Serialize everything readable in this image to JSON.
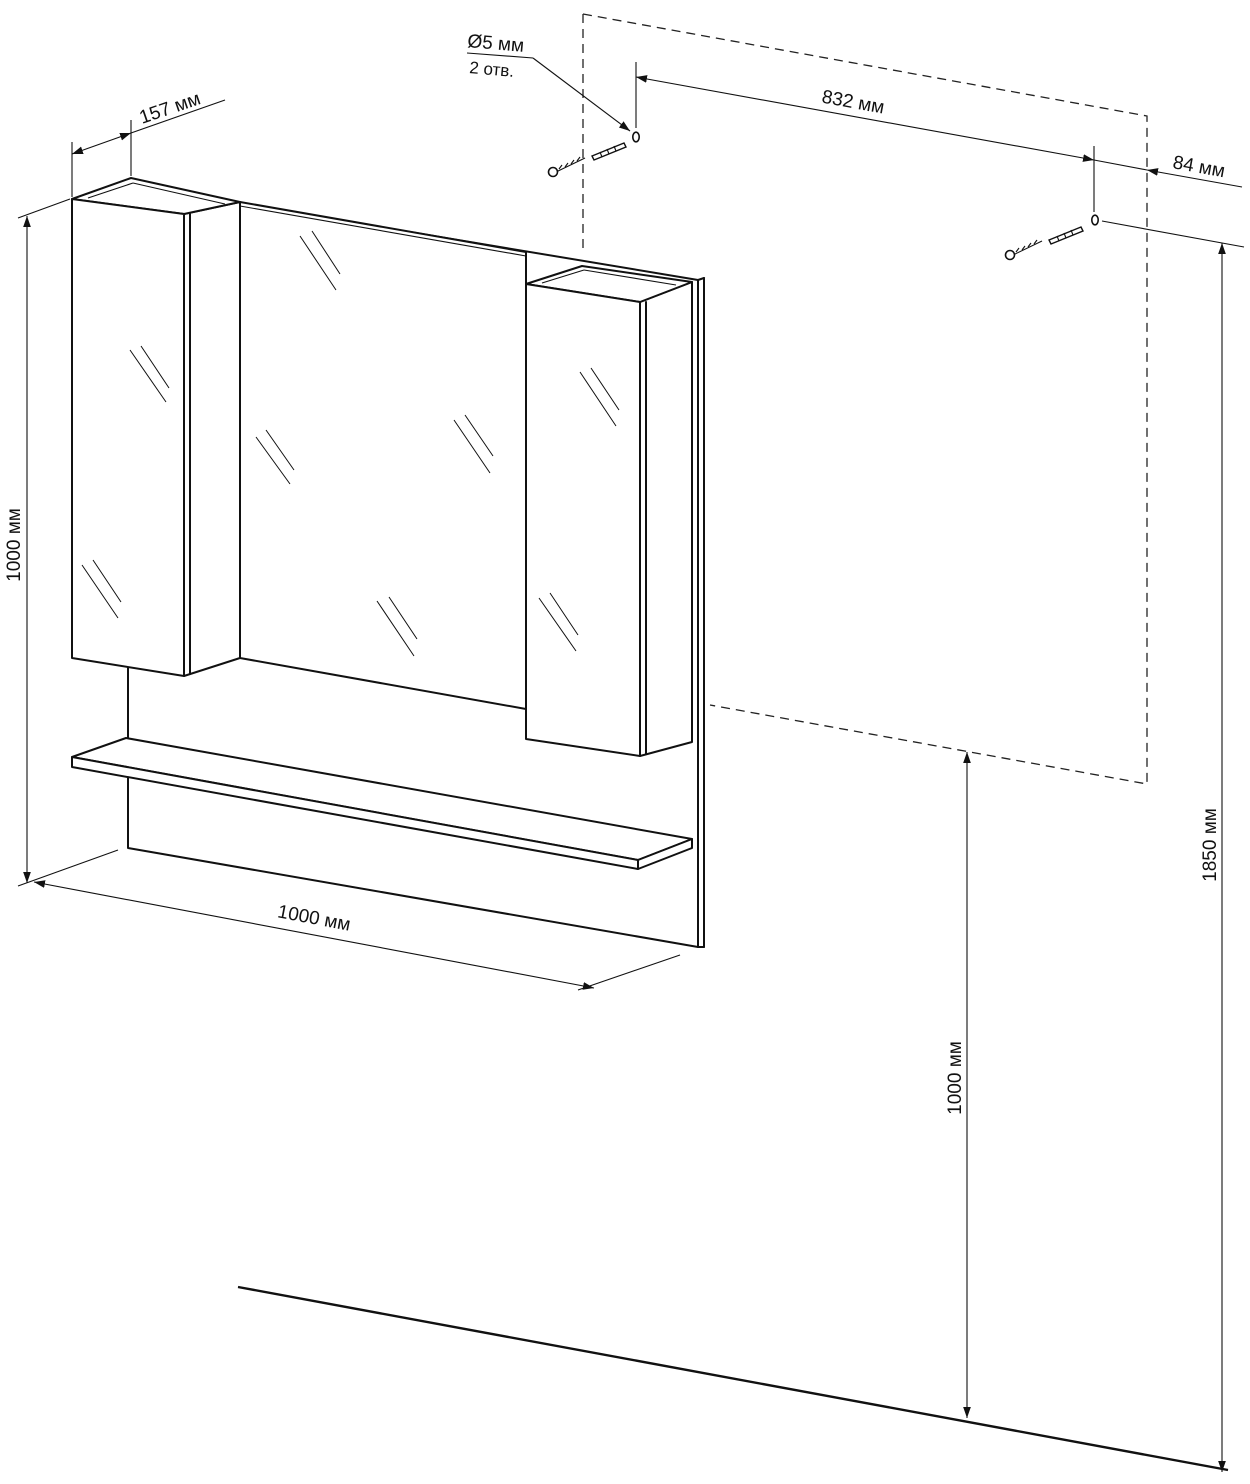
{
  "dimensions": {
    "cabinet_depth": "157 мм",
    "cabinet_height": "1000 мм",
    "cabinet_width": "1000 мм",
    "hole_spacing": "832 мм",
    "hole_offset": "84 мм",
    "mount_height": "1850 мм",
    "floor_to_bottom": "1000 мм"
  },
  "holes": {
    "diameter": "Ø5 мм",
    "count": "2 отв."
  },
  "colors": {
    "line": "#111111",
    "background": "#ffffff"
  }
}
